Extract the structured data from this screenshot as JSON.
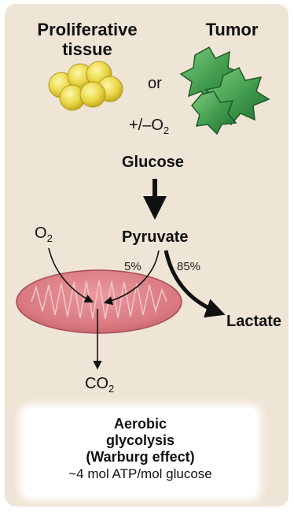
{
  "labels": {
    "proliferative": [
      "Proliferative",
      "tissue"
    ],
    "tumor": "Tumor",
    "or": "or",
    "oxygen_toggle": {
      "prefix": "+/–O",
      "sub": "2"
    },
    "glucose": "Glucose",
    "pyruvate": "Pyruvate",
    "oxygen": {
      "main": "O",
      "sub": "2"
    },
    "pct_mito": "5%",
    "pct_lactate": "85%",
    "lactate": "Lactate",
    "co2": {
      "main": "CO",
      "sub": "2"
    }
  },
  "result": {
    "title_lines": [
      "Aerobic",
      "glycolysis",
      "(Warburg effect)"
    ],
    "yield": "~4 mol ATP/mol glucose"
  },
  "colors": {
    "background": "#efe5d6",
    "cells_yellow": "#e9d94a",
    "tumor_green": "#3f9a4c",
    "mitochondrion": "#d9787f",
    "arrow": "#111111"
  },
  "icons": [
    "proliferative-cells-icon",
    "tumor-cells-icon",
    "mitochondrion-icon"
  ]
}
